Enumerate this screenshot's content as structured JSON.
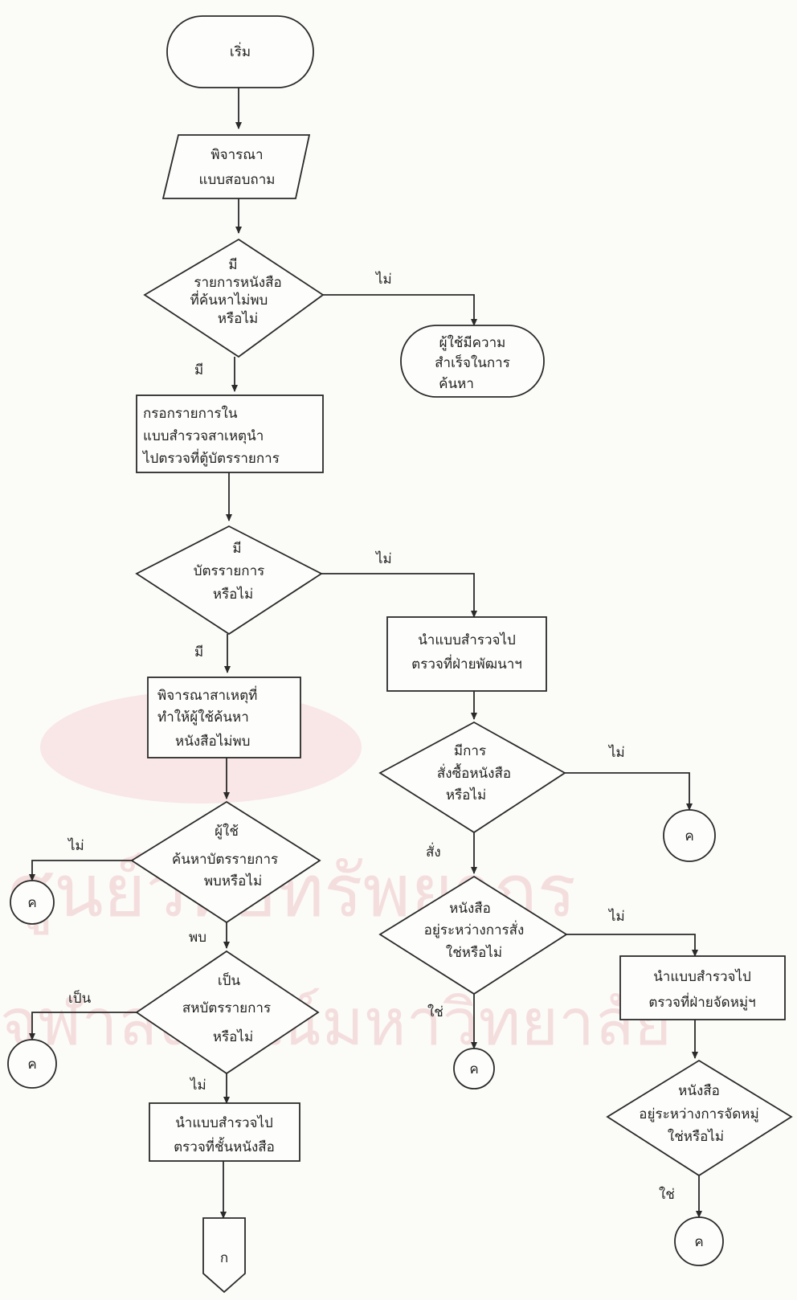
{
  "watermark": {
    "line1": "ศูนย์วิทยทรัพยากร",
    "line2": "จุฬาลงกรณ์มหาวิทยาลัย"
  },
  "nodes": {
    "start": "เริ่ม",
    "consider_q1": "พิจารณา",
    "consider_q2": "แบบสอบถาม",
    "dec1_l1": "มี",
    "dec1_l2": "รายการหนังสือ",
    "dec1_l3": "ที่ค้นหาไม่พบ",
    "dec1_l4": "หรือไม่",
    "success_l1": "ผู้ใช้มีความ",
    "success_l2": "สำเร็จในการ",
    "success_l3": "ค้นหา",
    "fill_l1": "กรอกรายการใน",
    "fill_l2": "แบบสำรวจสาเหตุนำ",
    "fill_l3": "ไปตรวจที่ตู้บัตรรายการ",
    "dec2_l1": "มี",
    "dec2_l2": "บัตรรายการ",
    "dec2_l3": "หรือไม่",
    "dev_l1": "นำแบบสำรวจไป",
    "dev_l2": "ตรวจที่ฝ่ายพัฒนาฯ",
    "cause_l1": "พิจารณาสาเหตุที่",
    "cause_l2": "ทำให้ผู้ใช้ค้นหา",
    "cause_l3": "หนังสือไม่พบ",
    "dec3_l1": "มีการ",
    "dec3_l2": "สั่งซื้อหนังสือ",
    "dec3_l3": "หรือไม่",
    "dec4_l1": "ผู้ใช้",
    "dec4_l2": "ค้นหาบัตรรายการ",
    "dec4_l3": "พบหรือไม่",
    "dec5_l1": "หนังสือ",
    "dec5_l2": "อยู่ระหว่างการสั่ง",
    "dec5_l3": "ใช่หรือไม่",
    "catproc_l1": "นำแบบสำรวจไป",
    "catproc_l2": "ตรวจที่ฝ่ายจัดหมู่ฯ",
    "dec6_l1": "เป็น",
    "dec6_l2": "สหบัตรรายการ",
    "dec6_l3": "หรือไม่",
    "dec7_l1": "หนังสือ",
    "dec7_l2": "อยู่ระหว่างการจัดหมู่",
    "dec7_l3": "ใช่หรือไม่",
    "shelf_l1": "นำแบบสำรวจไป",
    "shelf_l2": "ตรวจที่ชั้นหนังสือ",
    "conn": "ค",
    "offpage": "ก"
  },
  "edge_labels": {
    "no": "ไม่",
    "yes_has": "มี",
    "order": "สั่ง",
    "found": "พบ",
    "is": "เป็น",
    "yes": "ใช่"
  }
}
